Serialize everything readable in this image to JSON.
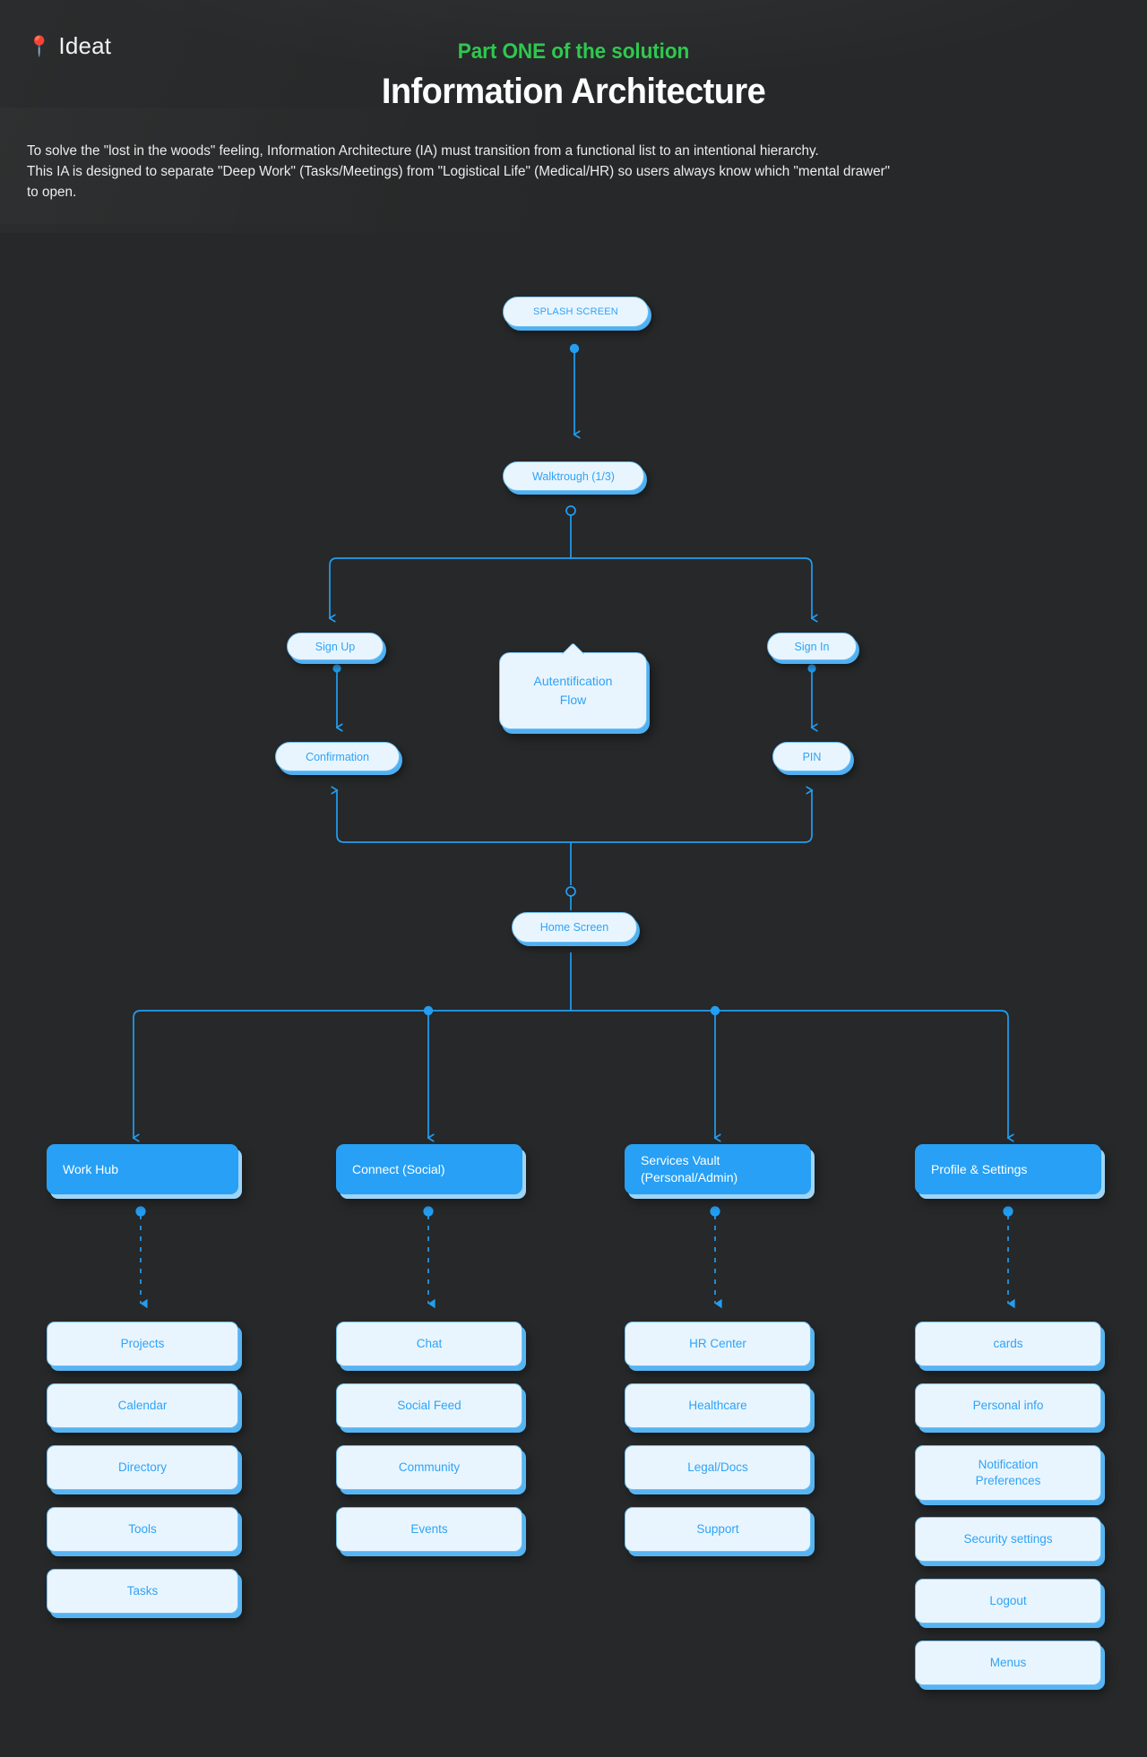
{
  "brand": {
    "icon": "map-pin-icon",
    "name": "Ideat"
  },
  "header": {
    "kicker": "Part ONE of the solution",
    "title": "Information Architecture"
  },
  "description": {
    "line1": "To solve the \"lost in the woods\" feeling,  Information Architecture (IA) must transition from a functional list to an intentional hierarchy.",
    "line2": "This IA is designed to separate \"Deep Work\" (Tasks/Meetings) from \"Logistical Life\" (Medical/HR) so users always know which \"mental drawer\"",
    "line3": "to open."
  },
  "colors": {
    "background": "#262829",
    "accent_blue": "#229ef2",
    "node_fill": "#e9f5fe",
    "node_text": "#2fa3f7",
    "kicker_green": "#2fc84f",
    "card_blue": "#27a0f5"
  },
  "flow": {
    "splash": "SPLASH SCREEN",
    "walkthrough": "Walktrough (1/3)",
    "sign_up": "Sign  Up",
    "sign_in": "Sign In",
    "confirmation": "Confirmation",
    "pin": "PIN",
    "auth_callout_line1": "Autentification",
    "auth_callout_line2": "Flow",
    "home": "Home Screen"
  },
  "categories": [
    {
      "label": "Work Hub",
      "label2": "",
      "children": [
        "Projects",
        "Calendar",
        "Directory",
        "Tools",
        "Tasks"
      ]
    },
    {
      "label": "Connect (Social)",
      "label2": "",
      "children": [
        "Chat",
        "Social Feed",
        "Community",
        "Events"
      ]
    },
    {
      "label": "Services Vault",
      "label2": "(Personal/Admin)",
      "children": [
        "HR Center",
        "Healthcare",
        "Legal/Docs",
        "Support"
      ]
    },
    {
      "label": "Profile & Settings",
      "label2": "",
      "children": [
        "cards",
        "Personal info",
        "Notification Preferences",
        "Security settings",
        "Logout",
        "Menus"
      ]
    }
  ]
}
